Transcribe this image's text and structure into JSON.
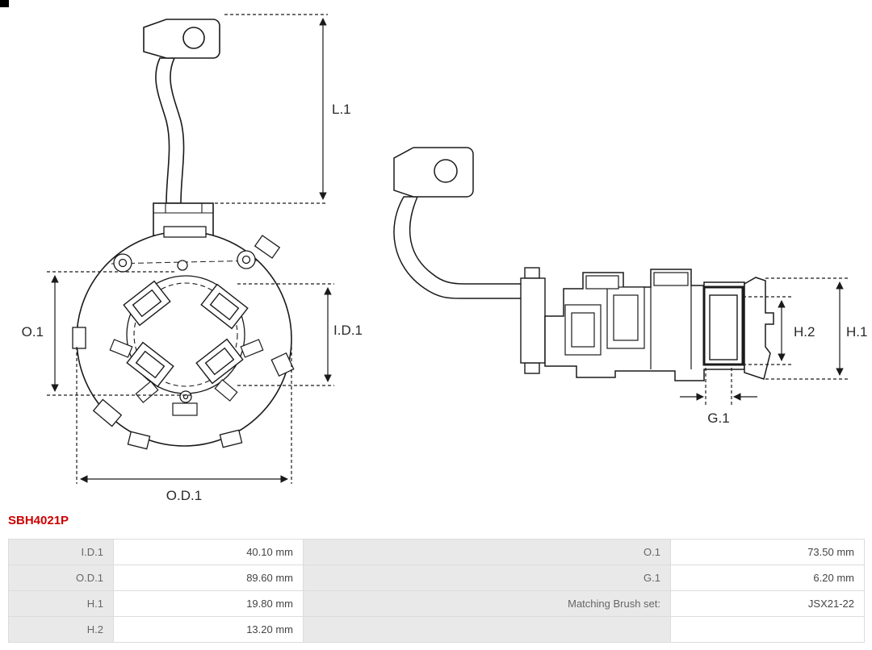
{
  "part_number": "SBH4021P",
  "colors": {
    "part_number_accent": "#cc0000",
    "line": "#1a1a1a",
    "table_label_bg": "#e9e9e9",
    "table_border": "#dcdcdc"
  },
  "diagram": {
    "front_view": {
      "name": "brush holder front view",
      "labels": {
        "l1": "L.1",
        "o1": "O.1",
        "id1": "I.D.1",
        "od1": "O.D.1"
      }
    },
    "side_view": {
      "name": "brush holder side view",
      "labels": {
        "h1": "H.1",
        "h2": "H.2",
        "g1": "G.1"
      }
    }
  },
  "table": {
    "rows": [
      {
        "label1": "I.D.1",
        "value1": "40.10 mm",
        "label2": "O.1",
        "value2": "73.50 mm"
      },
      {
        "label1": "O.D.1",
        "value1": "89.60 mm",
        "label2": "G.1",
        "value2": "6.20 mm"
      },
      {
        "label1": "H.1",
        "value1": "19.80 mm",
        "label2": "Matching Brush set:",
        "value2": "JSX21-22"
      },
      {
        "label1": "H.2",
        "value1": "13.20 mm",
        "label2": "",
        "value2": ""
      }
    ]
  }
}
